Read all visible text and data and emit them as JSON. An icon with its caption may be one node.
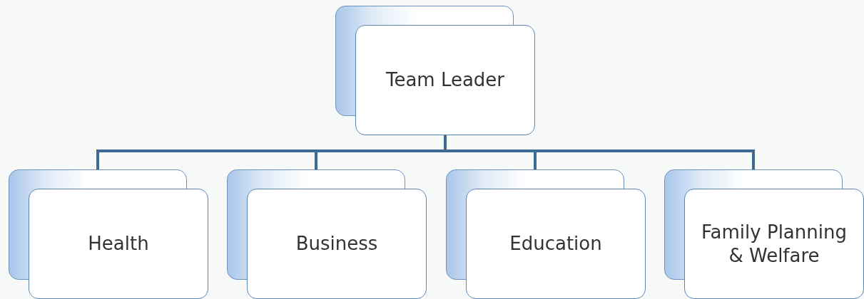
{
  "diagram": {
    "nodes": [
      {
        "text": [
          "Team Leader"
        ]
      },
      {
        "text": [
          "Health"
        ]
      },
      {
        "text": [
          "Business"
        ]
      },
      {
        "text": [
          "Education"
        ]
      },
      {
        "text": [
          "Family Planning & Welfare"
        ]
      }
    ],
    "edges": [
      {
        "from": 0,
        "to": 1,
        "arrow": "none"
      },
      {
        "from": 0,
        "to": 2,
        "arrow": "none"
      },
      {
        "from": 0,
        "to": 3,
        "arrow": "none"
      },
      {
        "from": 0,
        "to": 4,
        "arrow": "none"
      }
    ]
  }
}
